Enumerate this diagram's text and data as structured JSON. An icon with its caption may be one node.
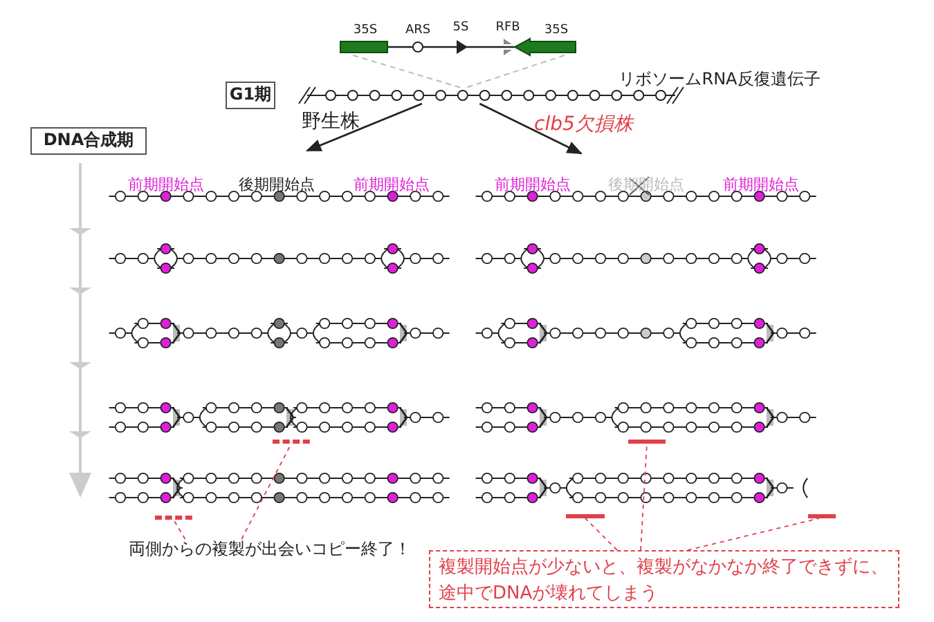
{
  "diagram": {
    "nodes": [
      {
        "text": [
          "G1期"
        ]
      },
      {
        "text": [],
        "shape": "picture"
      },
      {
        "text": [
          "DNA合成期"
        ]
      },
      {
        "text": [],
        "shape": "bar"
      },
      {
        "text": [],
        "shape": "bar"
      },
      {
        "text": [
          "両側からの複製が出会いコピー終了！"
        ]
      },
      {
        "text": [],
        "shape": "bar"
      },
      {
        "text": [],
        "shape": "bar"
      },
      {
        "text": [],
        "shape": "bar"
      },
      {
        "text": [
          "複製開始点が少ないと、複製がなかなか終了できずに、途中でDNAが壊れてしまう"
        ]
      }
    ],
    "edges": [
      {
        "from": 1,
        "to": null,
        "arrow": "to",
        "label": "野生株",
        "color": "#222222"
      },
      {
        "from": 1,
        "to": null,
        "arrow": "to",
        "label": "clb5欠損株",
        "color": "#222222"
      },
      {
        "from": 5,
        "to": 3,
        "arrow": "none",
        "style": "dashed",
        "color": "#e0404a"
      },
      {
        "from": 5,
        "to": 4,
        "arrow": "none",
        "style": "dashed",
        "color": "#e0404a"
      },
      {
        "from": 9,
        "to": 6,
        "arrow": "none",
        "style": "dashed",
        "color": "#e0404a"
      },
      {
        "from": 9,
        "to": 7,
        "arrow": "none",
        "style": "dashed",
        "color": "#e0404a"
      },
      {
        "from": 9,
        "to": 8,
        "arrow": "none",
        "style": "dashed",
        "color": "#e0404a"
      }
    ],
    "labels": [
      "35S",
      "ARS",
      "5S",
      "RFB",
      "35S",
      "リボソームRNA反復遺伝子",
      "前期開始点",
      "後期開始点",
      "前期開始点",
      "前期開始点",
      "後期開始点",
      "前期開始点"
    ]
  }
}
